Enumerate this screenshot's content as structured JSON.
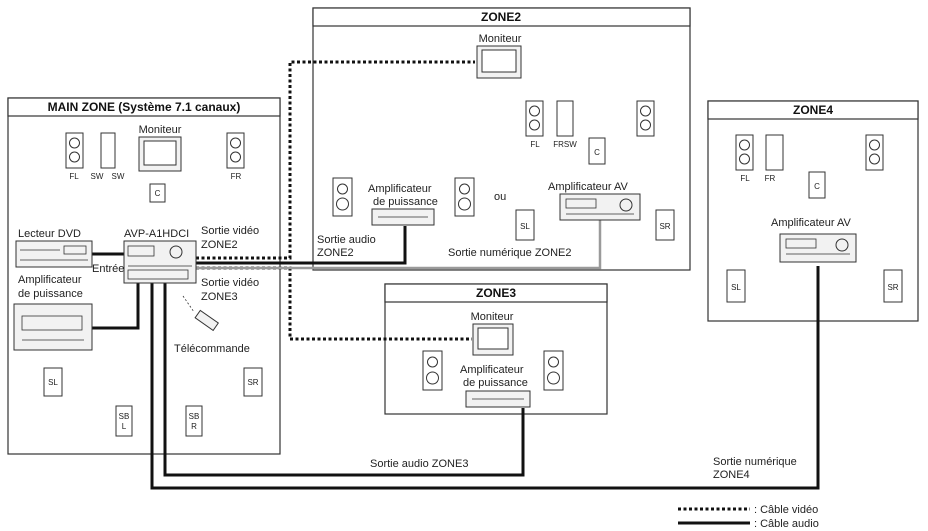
{
  "zones": {
    "main": {
      "title": "MAIN ZONE (Système 7.1 canaux)"
    },
    "zone2": {
      "title": "ZONE2"
    },
    "zone3": {
      "title": "ZONE3"
    },
    "zone4": {
      "title": "ZONE4"
    }
  },
  "main_zone": {
    "monitor": "Moniteur",
    "speakers": {
      "fl": "FL",
      "sw1": "SW",
      "sw2": "SW",
      "fr": "FR",
      "c": "C",
      "sl": "SL",
      "sr": "SR",
      "sbl_1": "SB",
      "sbl_2": "L",
      "sbr_1": "SB",
      "sbr_2": "R"
    },
    "dvd": "Lecteur DVD",
    "receiver": "AVP-A1HDCI",
    "amp_line1": "Amplificateur",
    "amp_line2": "de puissance",
    "input": "Entrée",
    "video_out_z2_line1": "Sortie vidéo",
    "video_out_z2_line2": "ZONE2",
    "video_out_z3_line1": "Sortie vidéo",
    "video_out_z3_line2": "ZONE3",
    "remote": "Télécommande"
  },
  "zone2": {
    "monitor": "Moniteur",
    "amp_line1": "Amplificateur",
    "amp_line2": "de puissance",
    "or": "ou",
    "av_amp": "Amplificateur AV",
    "speakers": {
      "fl": "FL",
      "frsw": "FRSW",
      "c": "C",
      "sl": "SL",
      "sr": "SR"
    },
    "audio_out_line1": "Sortie audio",
    "audio_out_line2": "ZONE2",
    "digital_out": "Sortie numérique ZONE2"
  },
  "zone3": {
    "monitor": "Moniteur",
    "amp_line1": "Amplificateur",
    "amp_line2": "de puissance",
    "audio_out": "Sortie audio ZONE3"
  },
  "zone4": {
    "av_amp": "Amplificateur AV",
    "speakers": {
      "fl": "FL",
      "fr": "FR",
      "c": "C",
      "sl": "SL",
      "sr": "SR"
    },
    "digital_out_line1": "Sortie numérique",
    "digital_out_line2": "ZONE4"
  },
  "legend": {
    "video": ": Câble vidéo",
    "audio": ": Câble audio"
  }
}
